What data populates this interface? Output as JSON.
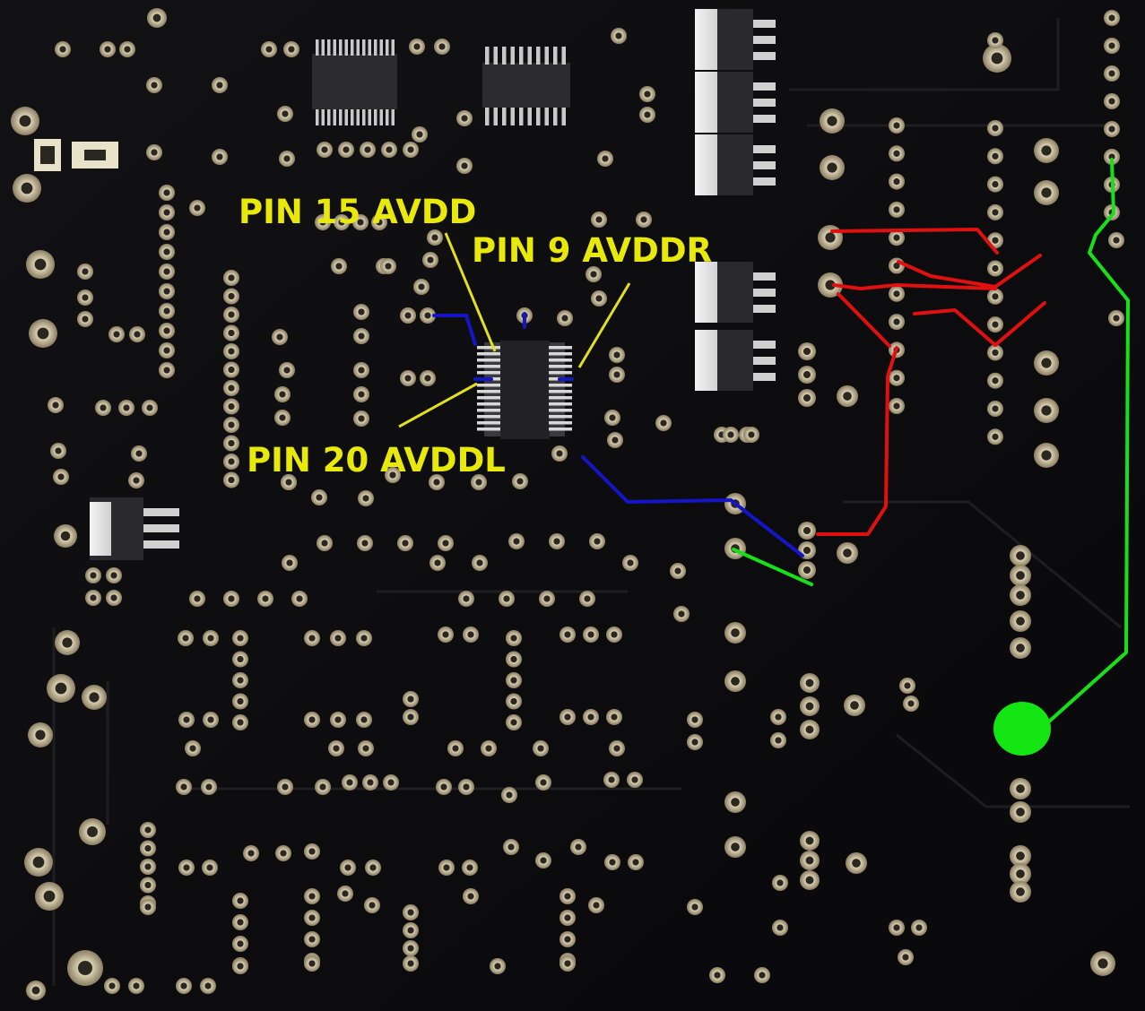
{
  "annotations": {
    "pin15": "PIN 15 AVDD",
    "pin9": "PIN 9 AVDDR",
    "pin20": "PIN 20 AVDDL"
  },
  "colors": {
    "board": "#0c0c0e",
    "pad": "#b8ad90",
    "label": "#e8e80a",
    "leader": "#e0e020",
    "trace_blue": "#1515c8",
    "trace_red": "#e01010",
    "trace_green": "#18e018"
  },
  "icons": {
    "board": "pcb-board-icon",
    "chip": "ic-chip-icon",
    "regulator": "voltage-regulator-icon",
    "junction": "green-junction-dot-icon"
  }
}
